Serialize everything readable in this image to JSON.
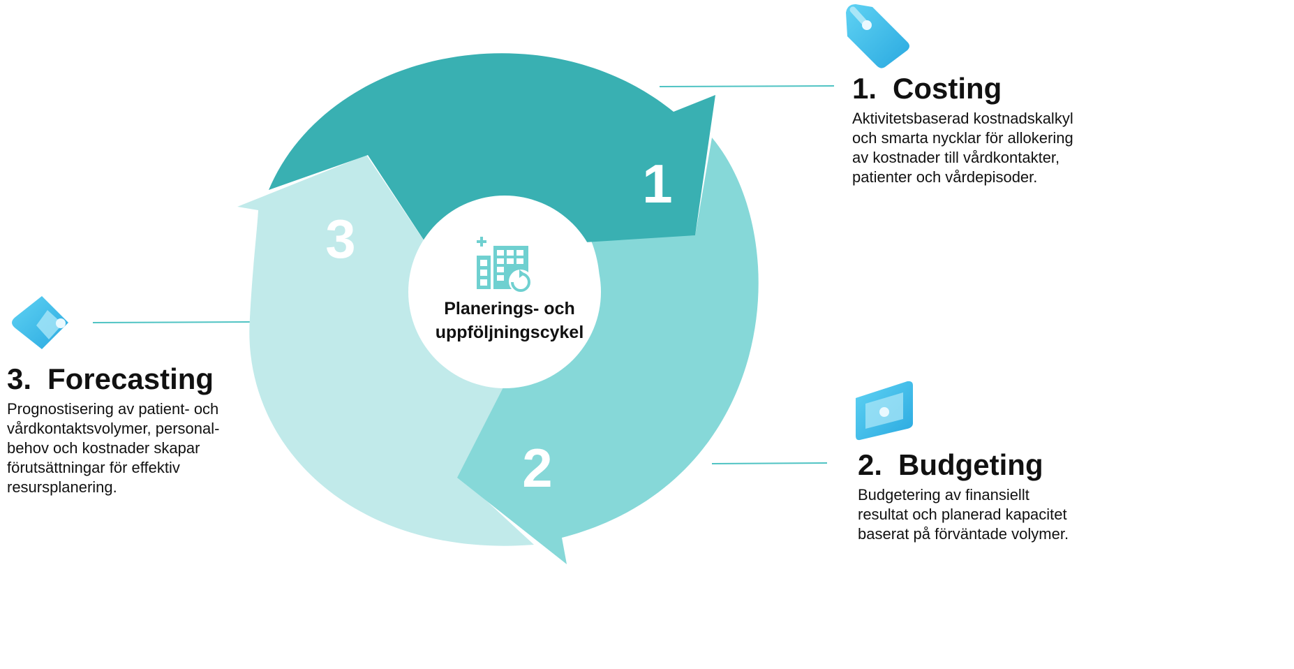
{
  "center": {
    "title_line1": "Planerings- och",
    "title_line2": "uppföljningscykel",
    "icon": "calendar-planning-icon"
  },
  "segments": [
    {
      "number": "1",
      "color": "#39b0b2"
    },
    {
      "number": "2",
      "color": "#86d8d8"
    },
    {
      "number": "3",
      "color": "#c1eaea"
    }
  ],
  "steps": {
    "costing": {
      "number": "1.",
      "title": "Costing",
      "icon": "price-tag-icon",
      "lines": [
        "Aktivitetsbaserad kostnadskalkyl",
        "och smarta nycklar för allokering",
        "av kostnader till vårdkontakter,",
        "patienter och vårdepisoder."
      ]
    },
    "budgeting": {
      "number": "2.",
      "title": "Budgeting",
      "icon": "money-bill-icon",
      "lines": [
        "Budgetering av finansiellt",
        "resultat och planerad kapacitet",
        "baserat på förväntade volymer."
      ]
    },
    "forecasting": {
      "number": "3.",
      "title": "Forecasting",
      "icon": "forecast-tag-icon",
      "lines": [
        "Prognostisering av patient- och",
        "vårdkontaktsvolymer, personal-",
        "behov och kostnader skapar",
        "förutsättningar för effektiv",
        "resursplanering."
      ]
    }
  },
  "colors": {
    "connector": "#4fc3c3",
    "icon_blue": "#3bbde8",
    "icon_light": "#a9e6f7",
    "center_icon": "#6fd0d0"
  }
}
